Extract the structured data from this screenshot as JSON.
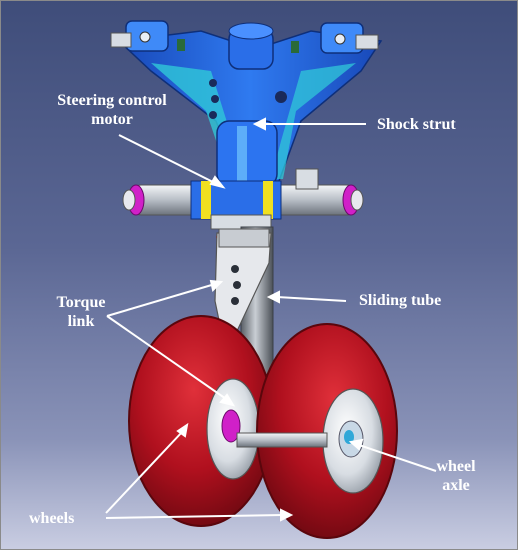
{
  "labels": {
    "steering_control_motor": [
      "Steering control",
      "motor"
    ],
    "shock_strut": "Shock strut",
    "sliding_tube": "Sliding tube",
    "torque_link": [
      "Torque",
      "link"
    ],
    "wheel_axle": [
      "wheel",
      "axle"
    ],
    "wheels": "wheels"
  },
  "colors": {
    "strut_blue": "#1f63e0",
    "strut_cyan": "#30c8d8",
    "tire_red": "#b0101e",
    "hub_silver": "#d8dde3",
    "pin_magenta": "#d020c8",
    "collar_yellow": "#f0e020",
    "label_text": "#ffffff"
  }
}
